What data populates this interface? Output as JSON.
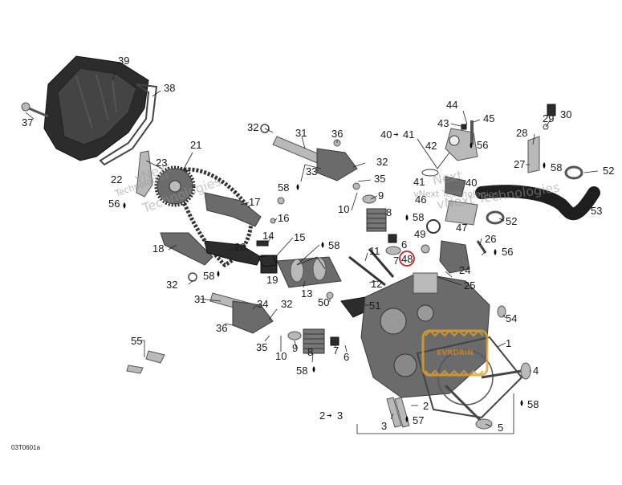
{
  "diagram_id": "03T0601a",
  "labels": {
    "p39": "39",
    "p38": "38",
    "p37": "37",
    "p32a": "32",
    "p31a": "31",
    "p36a": "36",
    "p33": "33",
    "p58a": "58",
    "p32b": "32",
    "p35a": "35",
    "p9a": "9",
    "p10a": "10",
    "p8a": "8",
    "p58b": "58",
    "p40_41": "40",
    "p41b": "41",
    "p42": "42",
    "p56a": "56",
    "p44": "44",
    "p45": "45",
    "p43": "43",
    "p29": "29",
    "p30": "30",
    "p28": "28",
    "p27": "27",
    "p58c": "58",
    "p52a": "52",
    "p41": "41",
    "p40": "40",
    "p46": "46",
    "p53": "53",
    "p52b": "52",
    "p47": "47",
    "p49": "49",
    "p26": "26",
    "p56b": "56",
    "p48": "48",
    "p24": "24",
    "p25": "25",
    "p7a": "7",
    "p6a": "6",
    "p23": "23",
    "p22": "22",
    "p56c": "56",
    "p21": "21",
    "p17": "17",
    "p16": "16",
    "p14": "14",
    "p15": "15",
    "p58d": "58",
    "p18": "18",
    "p20": "20",
    "p11": "11",
    "p19": "19",
    "p13": "13",
    "p12": "12",
    "p32c": "32",
    "p58e": "58",
    "p31b": "31",
    "p34": "34",
    "p32d": "32",
    "p50": "50",
    "p51": "51",
    "p36b": "36",
    "p54": "54",
    "p1": "1",
    "p55": "55",
    "p35b": "35",
    "p10b": "10",
    "p9b": "9",
    "p8b": "8",
    "p7b": "7",
    "p6b": "6",
    "p58f": "58",
    "p4": "4",
    "p58g": "58",
    "p2arrow": "2",
    "p3arrow": "3",
    "p2": "2",
    "p3": "3",
    "p57": "57",
    "p5": "5"
  },
  "watermarks": {
    "w1": "vNext",
    "w2": "Technologies",
    "w3": "vNext Technologies",
    "w4": "vNext Technologies",
    "w5": "Next",
    "w6": "Technologies"
  },
  "logo_text": "EVRDRIN",
  "colors": {
    "highlight_circle": "#d42020",
    "logo_accent": "#e0a030",
    "part_gray": "#6b6b6b",
    "part_dark": "#2c2c2c"
  }
}
